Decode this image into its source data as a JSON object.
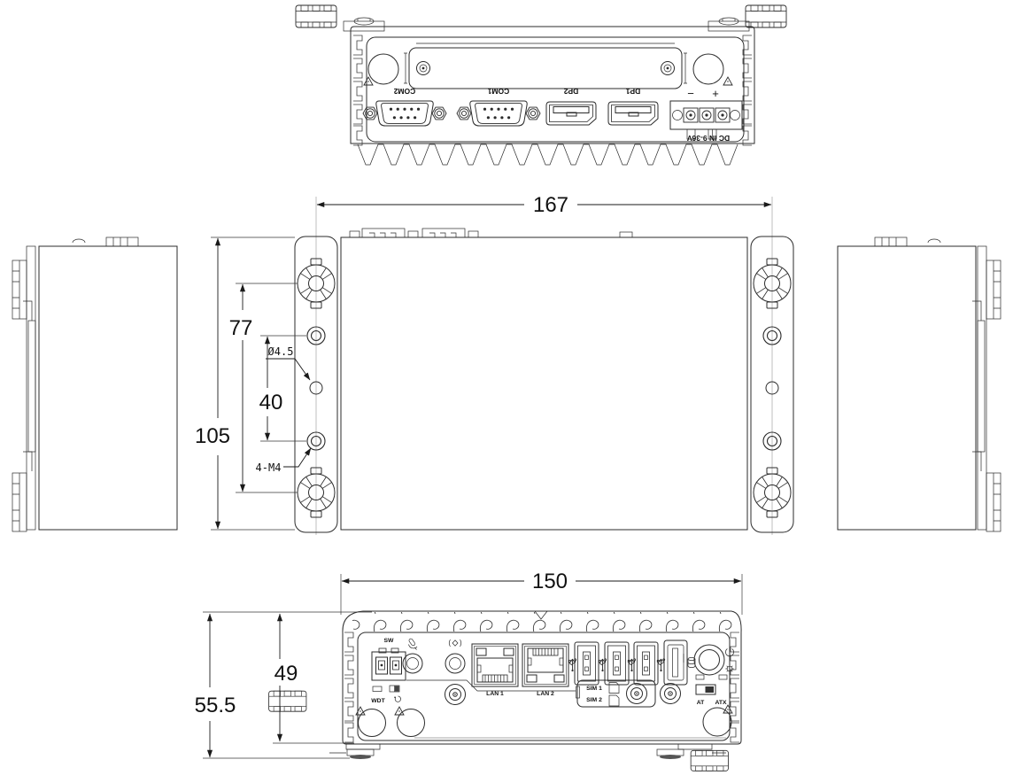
{
  "dimensions": {
    "d167": "167",
    "d77": "77",
    "d105": "105",
    "d40": "40",
    "hole_dia": "Ø4.5",
    "mount_holes": "4-M4",
    "d150": "150",
    "d49": "49",
    "d55_5": "55.5"
  },
  "rear_panel": {
    "com2": "COM2",
    "com1": "COM1",
    "dp2": "DP2",
    "dp1": "DP1",
    "minus": "−",
    "plus": "+",
    "dc_in": "DC IN 9-36V"
  },
  "front_panel": {
    "sw": "SW",
    "wdt": "WDT",
    "lan1": "LAN 1",
    "lan2": "LAN 2",
    "sim1": "SIM 1",
    "sim2": "SIM 2",
    "at": "AT",
    "atx": "ATX"
  },
  "icons": [
    "mic-icon",
    "line-out-icon",
    "usb-icon",
    "power-icon",
    "hdd-icon",
    "reset-icon",
    "antenna-triangle-icon",
    "gear-icon"
  ],
  "colors": {
    "line": "#2b2b2b",
    "fin": "#3d3d3d",
    "dim_text": "#111111"
  }
}
